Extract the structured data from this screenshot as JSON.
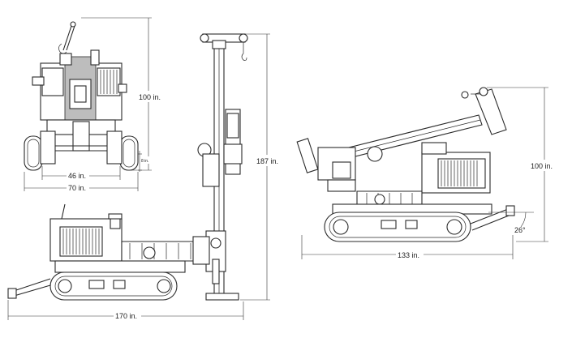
{
  "dimensions": {
    "front_height": "100 in.",
    "front_clearance": "8 in.",
    "front_track_inner": "46 in.",
    "front_track_outer": "70 in.",
    "side_mast_height": "187 in.",
    "side_length": "170 in.",
    "transport_height": "100 in.",
    "transport_length": "133 in.",
    "transport_angle": "26°"
  },
  "colors": {
    "line": "#2a2a2a",
    "background": "#ffffff"
  }
}
